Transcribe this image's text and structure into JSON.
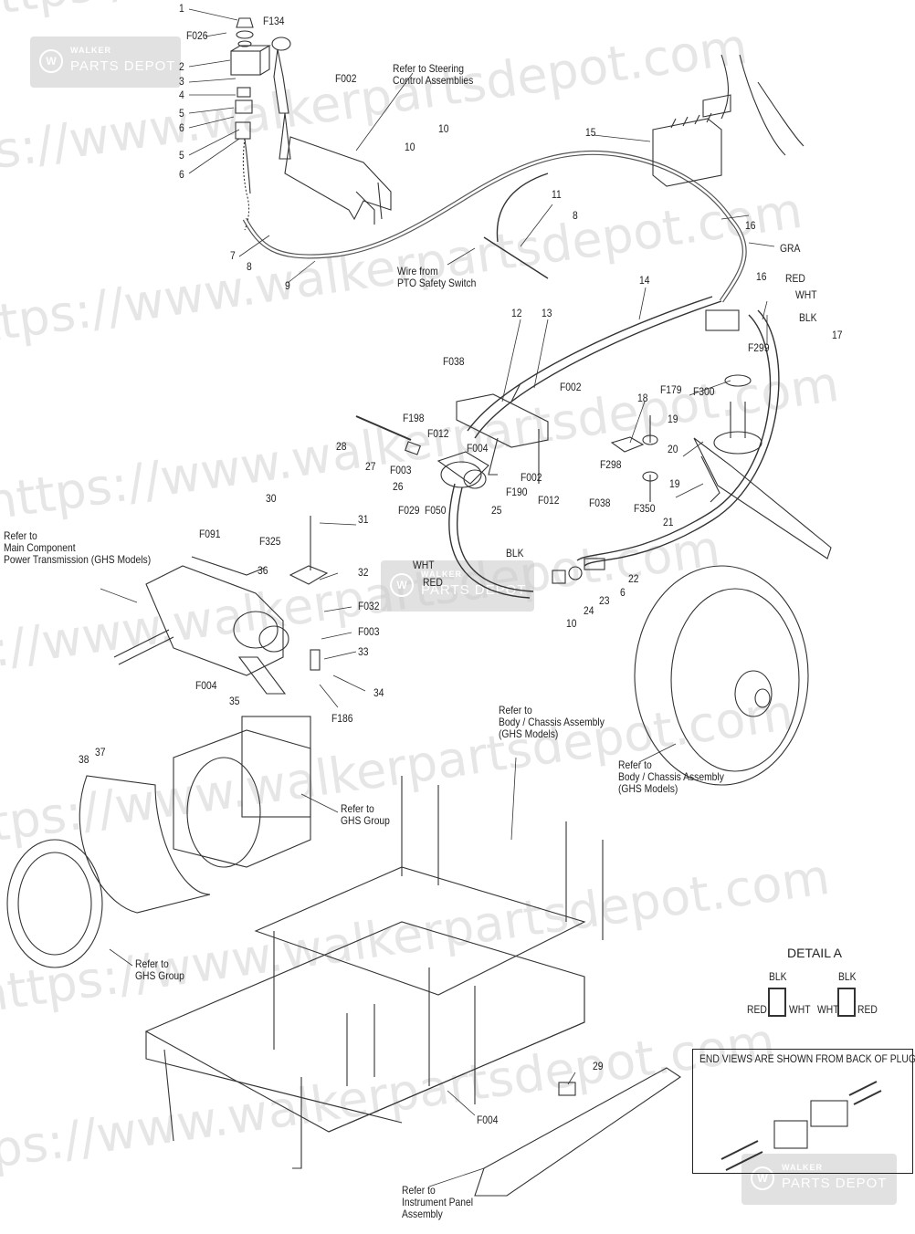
{
  "watermark": {
    "url_text": "https://www.walkerpartsdepot.com",
    "badge_line1": "WALKER",
    "badge_line2": "PARTS DEPOT"
  },
  "callouts": {
    "n1": "1",
    "f134": "F134",
    "f026": "F026",
    "n2": "2",
    "n3": "3",
    "n4": "4",
    "n5a": "5",
    "n6a": "6",
    "n5b": "5",
    "n6b": "6",
    "f002a": "F002",
    "n10a": "10",
    "n10b": "10",
    "n15": "15",
    "n16a": "16",
    "n11": "11",
    "n8a": "8",
    "n7": "7",
    "n8b": "8",
    "n9": "9",
    "gra": "GRA",
    "n14": "14",
    "n16b": "16",
    "red1": "RED",
    "wht1": "WHT",
    "blk1": "BLK",
    "f299": "F299",
    "n17": "17",
    "n12": "12",
    "n13": "13",
    "f038a": "F038",
    "f002b": "F002",
    "n18": "18",
    "f179": "F179",
    "f300": "F300",
    "n19a": "19",
    "n20": "20",
    "f198": "F198",
    "f012a": "F012",
    "f004a": "F004",
    "n28": "28",
    "n27": "27",
    "f003a": "F003",
    "n26": "26",
    "f029": "F029",
    "f050": "F050",
    "n25": "25",
    "f190": "F190",
    "f002c": "F002",
    "f012b": "F012",
    "f038b": "F038",
    "f298": "F298",
    "n19b": "19",
    "f350": "F350",
    "n21": "21",
    "n30": "30",
    "n31": "31",
    "f091": "F091",
    "f325": "F325",
    "n36": "36",
    "n32": "32",
    "f032": "F032",
    "f003b": "F003",
    "n33": "33",
    "f004b": "F004",
    "n35": "35",
    "n34": "34",
    "f186": "F186",
    "wht2": "WHT",
    "blk2": "BLK",
    "red2": "RED",
    "n22": "22",
    "n6c": "6",
    "n23": "23",
    "n24": "24",
    "n10c": "10",
    "n38": "38",
    "n37": "37",
    "n29": "29",
    "f004c": "F004"
  },
  "notes": {
    "steering": "Refer to Steering\nControl Assemblies",
    "pto": "Wire from\nPTO Safety Switch",
    "main_component": "Refer to\nMain Component\nPower Transmission (GHS Models)",
    "body_chassis_1": "Refer to\nBody / Chassis Assembly\n(GHS Models)",
    "body_chassis_2": "Refer to\nBody / Chassis Assembly\n(GHS Models)",
    "ghs_group_1": "Refer to\nGHS Group",
    "ghs_group_2": "Refer to\nGHS Group",
    "instrument_panel": "Refer to\nInstrument Panel\nAssembly"
  },
  "detail_a": {
    "title": "DETAIL A",
    "left_top": "BLK",
    "left_left": "RED",
    "left_right": "WHT",
    "right_top": "BLK",
    "right_left": "WHT",
    "right_right": "RED"
  },
  "end_views": {
    "title": "END VIEWS ARE SHOWN FROM BACK OF PLUG"
  }
}
